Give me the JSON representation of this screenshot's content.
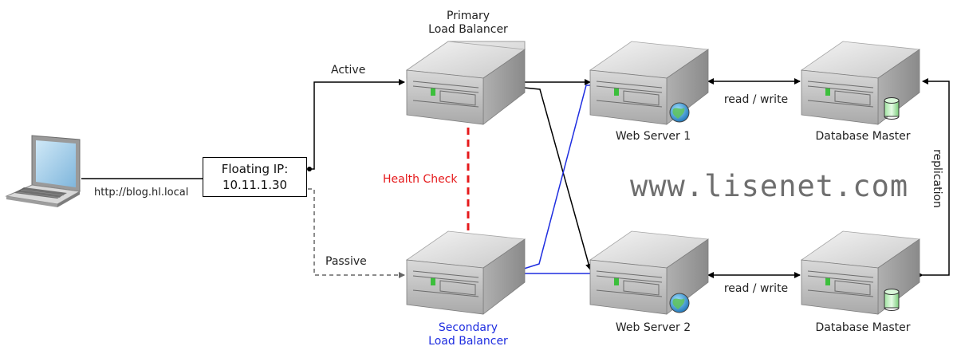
{
  "labels": {
    "primary_lb": [
      "Primary",
      "Load Balancer"
    ],
    "secondary_lb": [
      "Secondary",
      "Load Balancer"
    ],
    "web1": "Web Server 1",
    "web2": "Web Server 2",
    "db1": "Database Master",
    "db2": "Database Master",
    "active": "Active",
    "passive": "Passive",
    "health_check": "Health Check",
    "floating_ip": [
      "Floating IP:",
      "10.11.1.30"
    ],
    "url": "http://blog.hl.local",
    "rw1": "read / write",
    "rw2": "read / write",
    "replication": "replication",
    "watermark": "www.lisenet.com"
  },
  "colors": {
    "secondary_text": "#1f2ee0",
    "health_check": "#e5191b",
    "blue_link": "#1f2ee0"
  }
}
